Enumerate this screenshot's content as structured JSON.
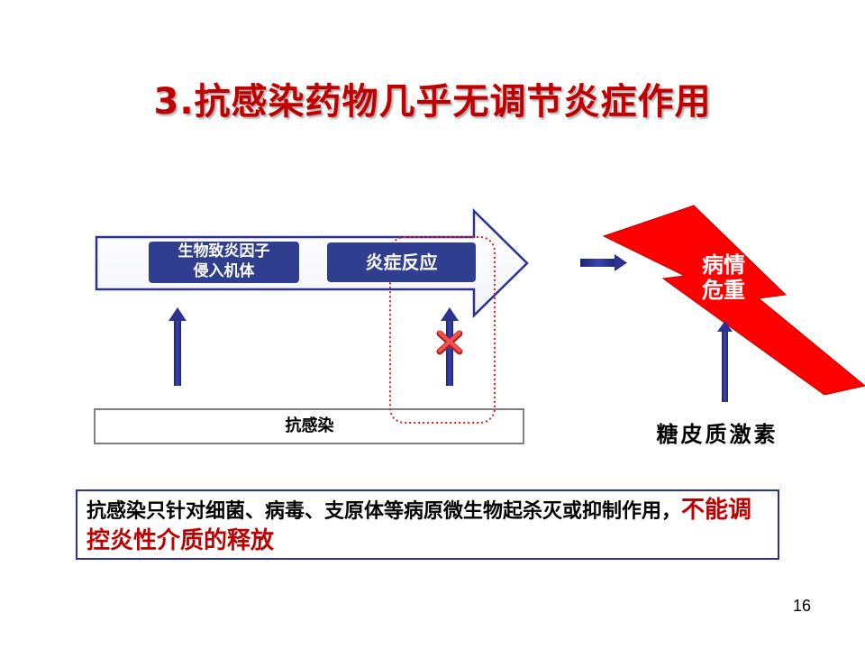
{
  "title": "3.抗感染药物几乎无调节炎症作用",
  "diagram": {
    "factor_box_line1": "生物致炎因子",
    "factor_box_line2": "侵入机体",
    "inflammation_box": "炎症反应",
    "anti_infection_label": "抗感染",
    "critical_line1": "病情",
    "critical_line2": "危重",
    "steroid_label": "糖皮质激素",
    "colors": {
      "arrow_blue": "#2e3192",
      "box_blue": "#2f3e8f",
      "lightning_red": "#ff0000",
      "title_red": "#c00000",
      "cross_red": "#e53935",
      "dotted_red": "#e02020"
    }
  },
  "note": {
    "text_main": "抗感染只针对细菌、病毒、支原体等病原微生物起杀灭或抑制作用，",
    "text_highlight": "不能调控炎性介质的释放"
  },
  "page_number": "16"
}
